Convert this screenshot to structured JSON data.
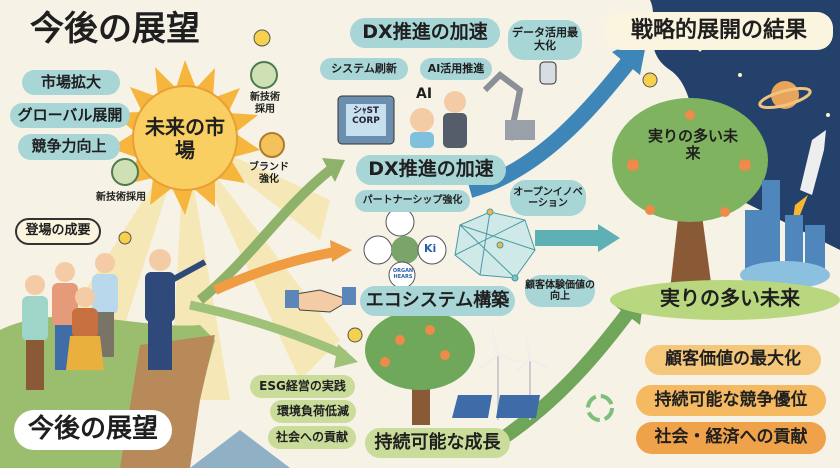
{
  "title": "今後の展望",
  "left": {
    "bubbles": [
      "市場拡大",
      "グローバル展開",
      "競争力向上"
    ],
    "sun_label": "未来の市場",
    "badges": [
      {
        "icon": "gear-icon",
        "label": "新技術採用"
      },
      {
        "icon": "medal-icon",
        "label": "ブランド強化"
      },
      {
        "icon": "rocket-icon",
        "label": "新技術採用"
      }
    ],
    "speech": "登場の成要",
    "footer": "今後の展望"
  },
  "dx": {
    "title": "DX推進の加速",
    "data_bubble": "データ活用最大化",
    "system_bubble": "システム刷新",
    "ai_bubble": "AI活用推進",
    "ai_label": "AI",
    "chip_text": "シｬST CORP",
    "banner": "DX推進の加速"
  },
  "ecosystem": {
    "partnership": "パートナーシップ強化",
    "open_innovation": "オープンイノベーション",
    "cx": "顧客体験価値の向上",
    "partner_logos": [
      "Ki",
      "ORGAN HEARS"
    ],
    "banner": "エコシステム構築"
  },
  "sustain": {
    "items": [
      "ESG経営の実践",
      "環境負荷低減",
      "社会への貢献"
    ],
    "banner": "持続可能な成長"
  },
  "result": {
    "title": "戦略的展開の結果",
    "tree_label": "実りの多い未来",
    "ground_label": "実りの多い未来",
    "outcomes": [
      "顧客価値の最大化",
      "持続可能な競争優位",
      "社会・経済への貢献"
    ]
  },
  "colors": {
    "teal": "#a8d5d6",
    "green": "#c9dc9a",
    "orange": "#f4b961",
    "sky": "#1f3d63",
    "arrow_blue": "#3e86b8"
  }
}
